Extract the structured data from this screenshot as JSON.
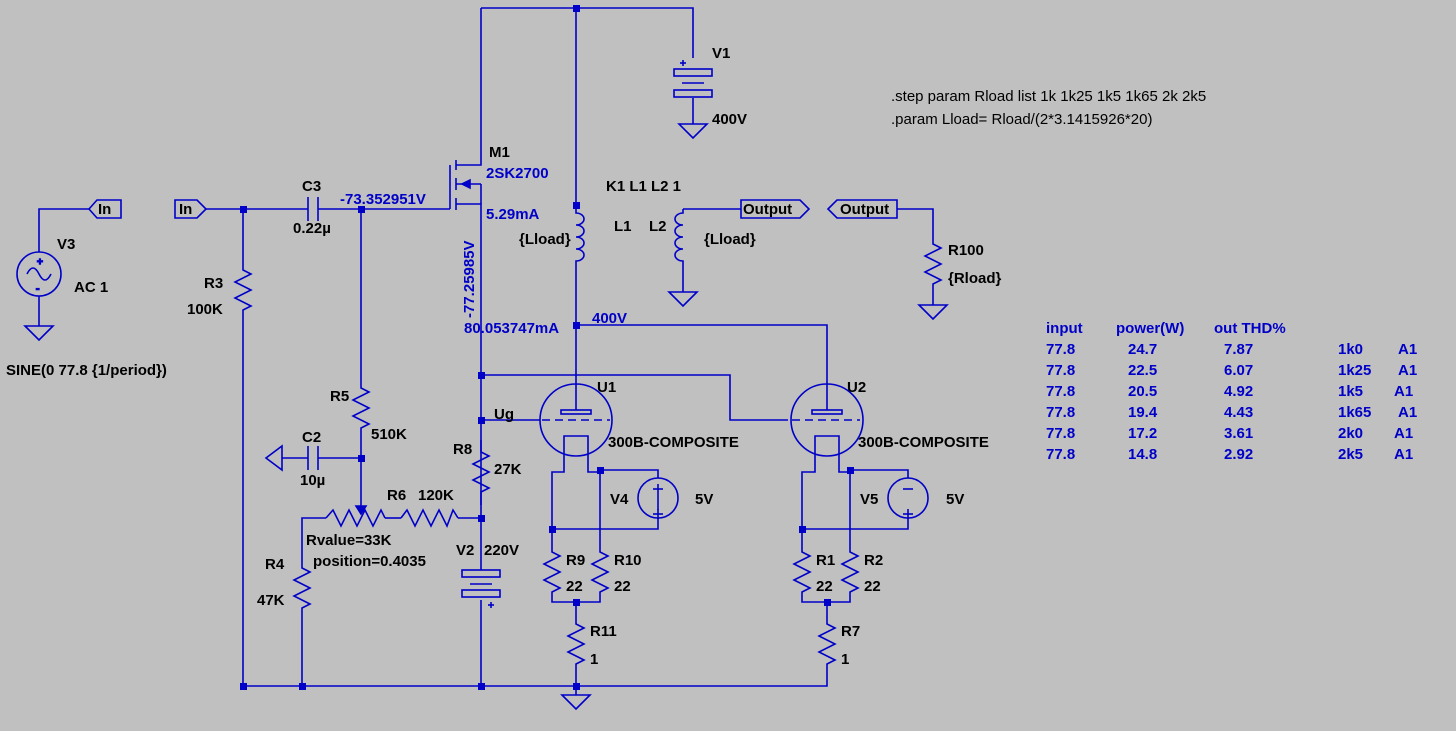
{
  "components": {
    "v1": {
      "name": "V1",
      "value": "400V"
    },
    "v2": {
      "name": "V2",
      "value": "220V"
    },
    "v3": {
      "name": "V3",
      "value": "AC 1",
      "source": "SINE(0 77.8 {1/period})"
    },
    "v4": {
      "name": "V4",
      "value": "5V"
    },
    "v5": {
      "name": "V5",
      "value": "5V"
    },
    "m1": {
      "name": "M1",
      "model": "2SK2700"
    },
    "c3": {
      "name": "C3",
      "value": "0.22µ"
    },
    "c2": {
      "name": "C2",
      "value": "10µ"
    },
    "r3": {
      "name": "R3",
      "value": "100K"
    },
    "r5": {
      "name": "R5",
      "value": "510K"
    },
    "r6": {
      "name": "R6",
      "value": "120K"
    },
    "r4": {
      "name": "R4",
      "value": "47K"
    },
    "r8": {
      "name": "R8",
      "value": "27K"
    },
    "r9": {
      "name": "R9",
      "value": "22"
    },
    "r10": {
      "name": "R10",
      "value": "22"
    },
    "r11": {
      "name": "R11",
      "value": "1"
    },
    "r1": {
      "name": "R1",
      "value": "22"
    },
    "r2": {
      "name": "R2",
      "value": "22"
    },
    "r7": {
      "name": "R7",
      "value": "1"
    },
    "r100": {
      "name": "R100",
      "value": "{Rload}"
    },
    "l1": {
      "name": "L1",
      "value": "{Lload}"
    },
    "l2": {
      "name": "L2",
      "value": "{Lload}"
    },
    "coupling": "K1 L1 L2 1",
    "u1": {
      "name": "U1",
      "model": "300B-COMPOSITE"
    },
    "u2": {
      "name": "U2",
      "model": "300B-COMPOSITE"
    },
    "pot": {
      "rvalue": "Rvalue=33K",
      "position": "position=0.4035"
    }
  },
  "labels": {
    "in": "In",
    "output": "Output",
    "ug": "Ug"
  },
  "annotations": {
    "gate_voltage": "-73.352951V",
    "source_voltage": "-77.25985V",
    "m1_current": "5.29mA",
    "plate_current": "80.053747mA",
    "plate_voltage": "400V"
  },
  "directives": [
    ".step param Rload list   1k 1k25 1k5 1k65 2k 2k5",
    ".param Lload= Rload/(2*3.1415926*20)"
  ],
  "results": {
    "headers": [
      "input",
      "power(W)",
      "out THD%"
    ],
    "rows": [
      [
        "77.8",
        "24.7",
        "7.87",
        "1k0",
        "A1"
      ],
      [
        "77.8",
        "22.5",
        "6.07",
        "1k25",
        "A1"
      ],
      [
        "77.8",
        "20.5",
        "4.92",
        "1k5",
        "A1"
      ],
      [
        "77.8",
        "19.4",
        "4.43",
        "1k65",
        "A1"
      ],
      [
        "77.8",
        "17.2",
        "3.61",
        "2k0",
        "A1"
      ],
      [
        "77.8",
        "14.8",
        "2.92",
        "2k5",
        "A1"
      ]
    ]
  },
  "colors": {
    "background": "#c0c0c0",
    "wire": "#0000c8",
    "text": "#000000",
    "annotation": "#0000c8"
  }
}
